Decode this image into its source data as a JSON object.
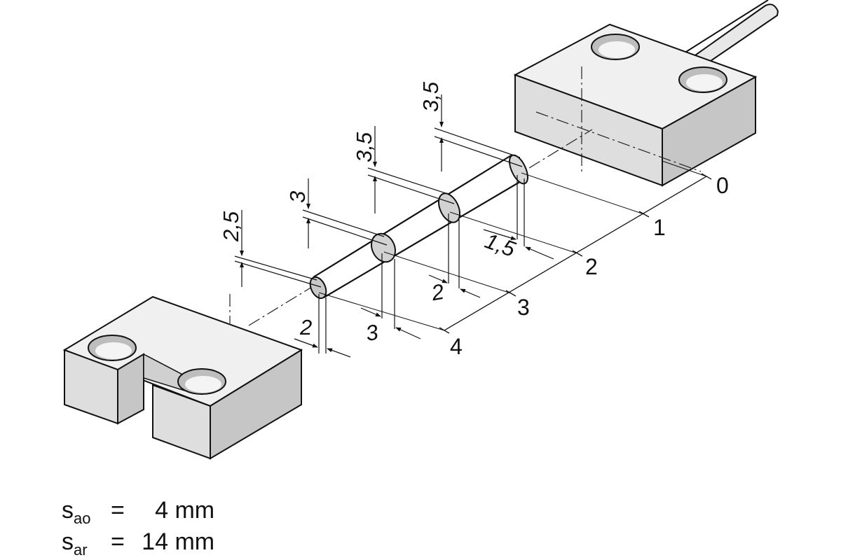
{
  "diagram": {
    "axis_labels": [
      "0",
      "1",
      "2",
      "3",
      "4"
    ],
    "heights": [
      "2,5",
      "3",
      "3,5",
      "3,5"
    ],
    "widths": [
      "2",
      "3",
      "2",
      "1,5"
    ]
  },
  "legend": [
    {
      "symbol": "s",
      "subscript": "ao",
      "equals": "=",
      "value": "4",
      "unit": "mm"
    },
    {
      "symbol": "s",
      "subscript": "ar",
      "equals": "=",
      "value": "14",
      "unit": "mm"
    }
  ]
}
